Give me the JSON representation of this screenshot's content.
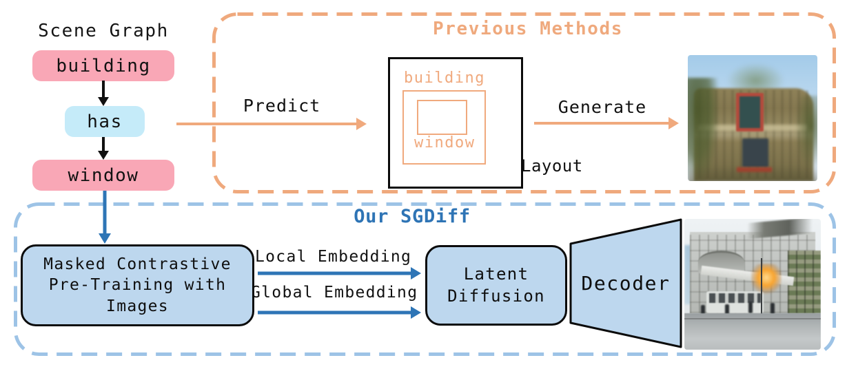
{
  "scene_graph": {
    "title": "Scene Graph",
    "nodes": [
      {
        "label": "building",
        "type": "object"
      },
      {
        "label": "has",
        "type": "relation"
      },
      {
        "label": "window",
        "type": "object"
      }
    ]
  },
  "previous_methods": {
    "title": "Previous Methods",
    "predict_label": "Predict",
    "generate_label": "Generate",
    "layout_caption": "Layout",
    "layout": {
      "outer_box_label": "building",
      "inner_box_label": "window"
    },
    "result_image": "blurry-generated-building-photo"
  },
  "sgdiff": {
    "title": "Our SGDiff",
    "pretrain_box": {
      "line1": "Masked Contrastive",
      "line2": "Pre-Training with",
      "line3": "Images"
    },
    "local_embedding_label": "Local Embedding",
    "global_embedding_label": "Global Embedding",
    "latent_box": {
      "line1": "Latent",
      "line2": "Diffusion"
    },
    "decoder_label": "Decoder",
    "result_image": "generated-street-building-photo"
  },
  "colors": {
    "object_node_fill": "#F9A7B6",
    "relation_node_fill": "#C5EBF9",
    "orange_accent": "#EFA97D",
    "blue_accent": "#2E75B6",
    "panel_fill": "#BDD7EE",
    "dashed_blue": "#9DC3E6"
  }
}
